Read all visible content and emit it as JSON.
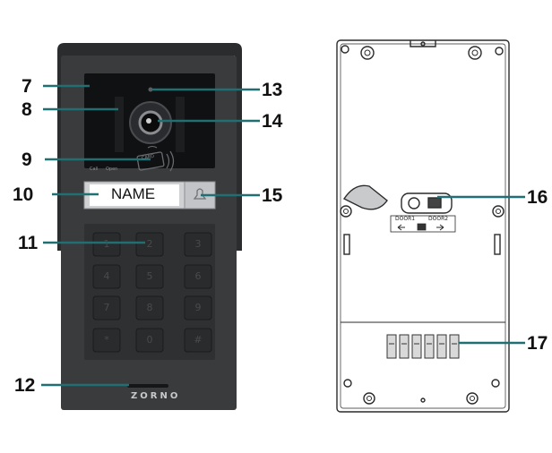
{
  "name_plate": "NAME",
  "brand": "ZORNO",
  "small_labels": {
    "left": "Call",
    "right": "Open"
  },
  "card_label": "CARD",
  "door_labels": {
    "door1": "DOOR1",
    "door2": "DOOR2"
  },
  "keypad": [
    "1",
    "2",
    "3",
    "4",
    "5",
    "6",
    "7",
    "8",
    "9",
    "*",
    "0",
    "#"
  ],
  "callouts": [
    "7",
    "8",
    "9",
    "10",
    "11",
    "12",
    "13",
    "14",
    "15",
    "16",
    "17"
  ],
  "colors": {
    "teal": "#1f6f73",
    "panel": "#3a3b3d",
    "housing": "#2b2c2e"
  }
}
